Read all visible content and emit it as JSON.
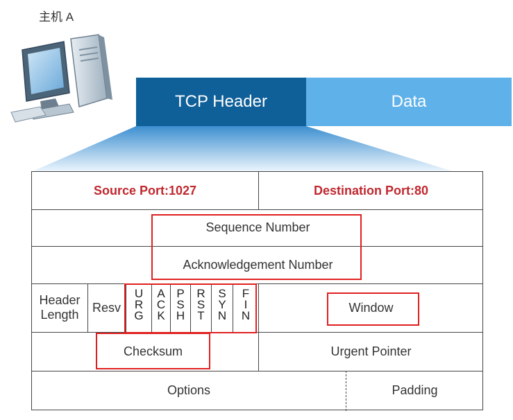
{
  "host": {
    "label": "主机 A"
  },
  "packet": {
    "header_label": "TCP Header",
    "data_label": "Data"
  },
  "table": {
    "source_port": "Source  Port:1027",
    "destination_port": "Destination  Port:80",
    "sequence_number": "Sequence Number",
    "ack_number": "Acknowledgement  Number",
    "header_length": "Header\nLength",
    "resv": "Resv",
    "flags": [
      {
        "name": "urg",
        "letters": "U\nR\nG"
      },
      {
        "name": "ack",
        "letters": "A\nC\nK"
      },
      {
        "name": "psh",
        "letters": "P\nS\nH"
      },
      {
        "name": "rst",
        "letters": "R\nS\nT"
      },
      {
        "name": "syn",
        "letters": "S\nY\nN"
      },
      {
        "name": "fin",
        "letters": "F\nI\nN"
      }
    ],
    "window": "Window",
    "checksum": "Checksum",
    "urgent_pointer": "Urgent  Pointer",
    "options": "Options",
    "padding": "Padding"
  },
  "colors": {
    "header_bar": "#0f5f98",
    "data_bar": "#5fb1e9",
    "highlight": "#e01e1e",
    "port_text": "#c0282f"
  }
}
